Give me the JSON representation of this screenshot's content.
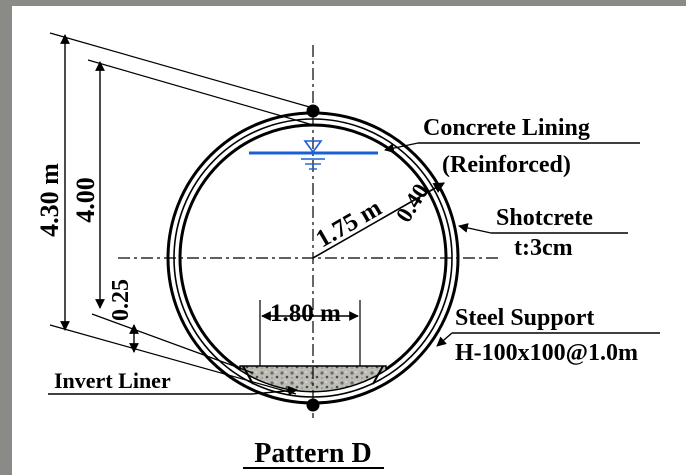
{
  "dimensions": {
    "outer_height": "4.30 m",
    "inner_height": "4.00",
    "invert_thickness": "0.25",
    "radius": "1.75 m",
    "lining_thickness": "0.40",
    "invert_width": "1.80 m"
  },
  "labels": {
    "concrete_lining_1": "Concrete Lining",
    "concrete_lining_2": "(Reinforced)",
    "shotcrete_1": "Shotcrete",
    "shotcrete_2": "t:3cm",
    "steel_support_1": "Steel Support",
    "steel_support_2": "H-100x100@1.0m",
    "invert_liner": "Invert Liner"
  },
  "caption": "Pattern D",
  "colors": {
    "water_line": "#1a5fd6",
    "paper": "#ffffff",
    "ink": "#000000",
    "stone_border": "#8a8a86"
  }
}
